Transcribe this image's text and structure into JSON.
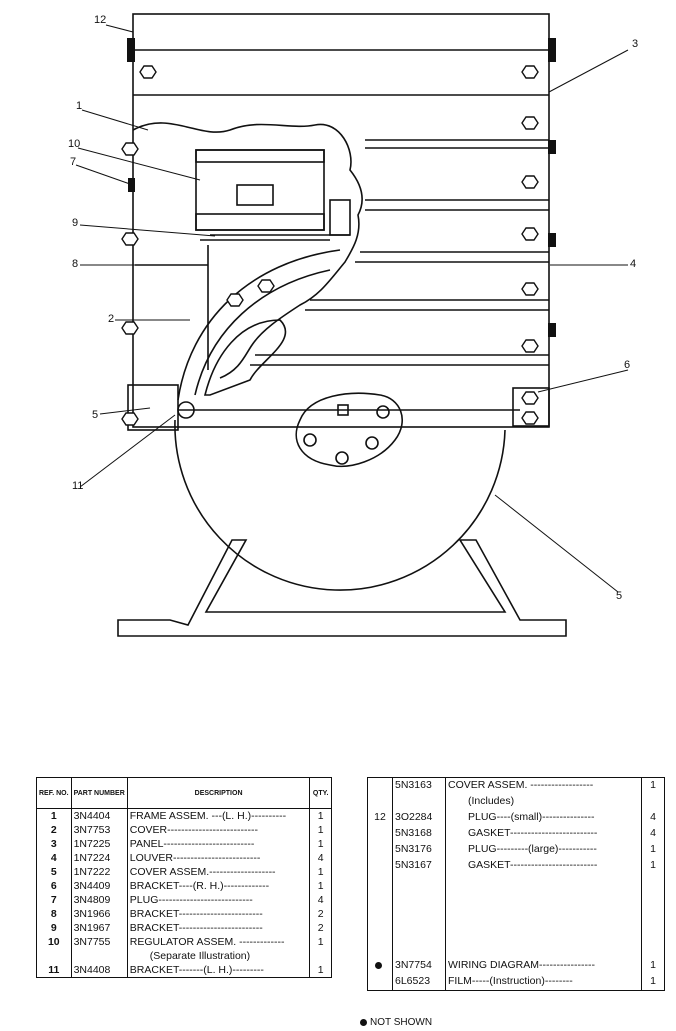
{
  "callouts": [
    "12",
    "3",
    "1",
    "10",
    "7",
    "9",
    "8",
    "4",
    "2",
    "6",
    "5",
    "11",
    "5"
  ],
  "left_table": {
    "headers": {
      "ref": "REF. NO.",
      "part": "PART NUMBER",
      "desc": "DESCRIPTION",
      "qty": "QTY."
    },
    "rows": [
      {
        "ref": "1",
        "part": "3N4404",
        "desc": "FRAME ASSEM. ---(L. H.)----------",
        "qty": "1"
      },
      {
        "ref": "2",
        "part": "3N7753",
        "desc": "COVER--------------------------",
        "qty": "1"
      },
      {
        "ref": "3",
        "part": "1N7225",
        "desc": "PANEL--------------------------",
        "qty": "1"
      },
      {
        "ref": "4",
        "part": "1N7224",
        "desc": "LOUVER-------------------------",
        "qty": "4"
      },
      {
        "ref": "5",
        "part": "1N7222",
        "desc": "COVER ASSEM.-------------------",
        "qty": "1"
      },
      {
        "ref": "6",
        "part": "3N4409",
        "desc": "BRACKET----(R. H.)-------------",
        "qty": "1"
      },
      {
        "ref": "7",
        "part": "3N4809",
        "desc": "PLUG---------------------------",
        "qty": "4"
      },
      {
        "ref": "8",
        "part": "3N1966",
        "desc": "BRACKET------------------------",
        "qty": "2"
      },
      {
        "ref": "9",
        "part": "3N1967",
        "desc": "BRACKET------------------------",
        "qty": "2"
      },
      {
        "ref": "10",
        "part": "3N7755",
        "desc": "REGULATOR ASSEM. -------------",
        "qty": "1"
      },
      {
        "ref": "",
        "part": "",
        "desc": "(Separate Illustration)",
        "qty": ""
      },
      {
        "ref": "11",
        "part": "3N4408",
        "desc": "BRACKET-------(L. H.)---------",
        "qty": "1"
      }
    ]
  },
  "right_table": {
    "ref_group": "12",
    "rows": [
      {
        "part": "5N3163",
        "desc": "COVER ASSEM. ------------------",
        "qty": "1",
        "indent": false
      },
      {
        "part": "",
        "desc": "(Includes)",
        "qty": "",
        "indent": true
      },
      {
        "part": "3O2284",
        "desc": "PLUG----(small)---------------",
        "qty": "4",
        "indent": true
      },
      {
        "part": "5N3168",
        "desc": "GASKET-------------------------",
        "qty": "4",
        "indent": true
      },
      {
        "part": "5N3176",
        "desc": "PLUG---------(large)-----------",
        "qty": "1",
        "indent": true
      },
      {
        "part": "5N3167",
        "desc": "GASKET-------------------------",
        "qty": "1",
        "indent": true
      }
    ],
    "bottom_rows": [
      {
        "part": "3N7754",
        "desc": "WIRING DIAGRAM----------------",
        "qty": "1",
        "not_shown": true
      },
      {
        "part": "6L6523",
        "desc": "FILM-----(Instruction)--------",
        "qty": "1",
        "not_shown": false
      }
    ]
  },
  "footnote": "NOT SHOWN"
}
